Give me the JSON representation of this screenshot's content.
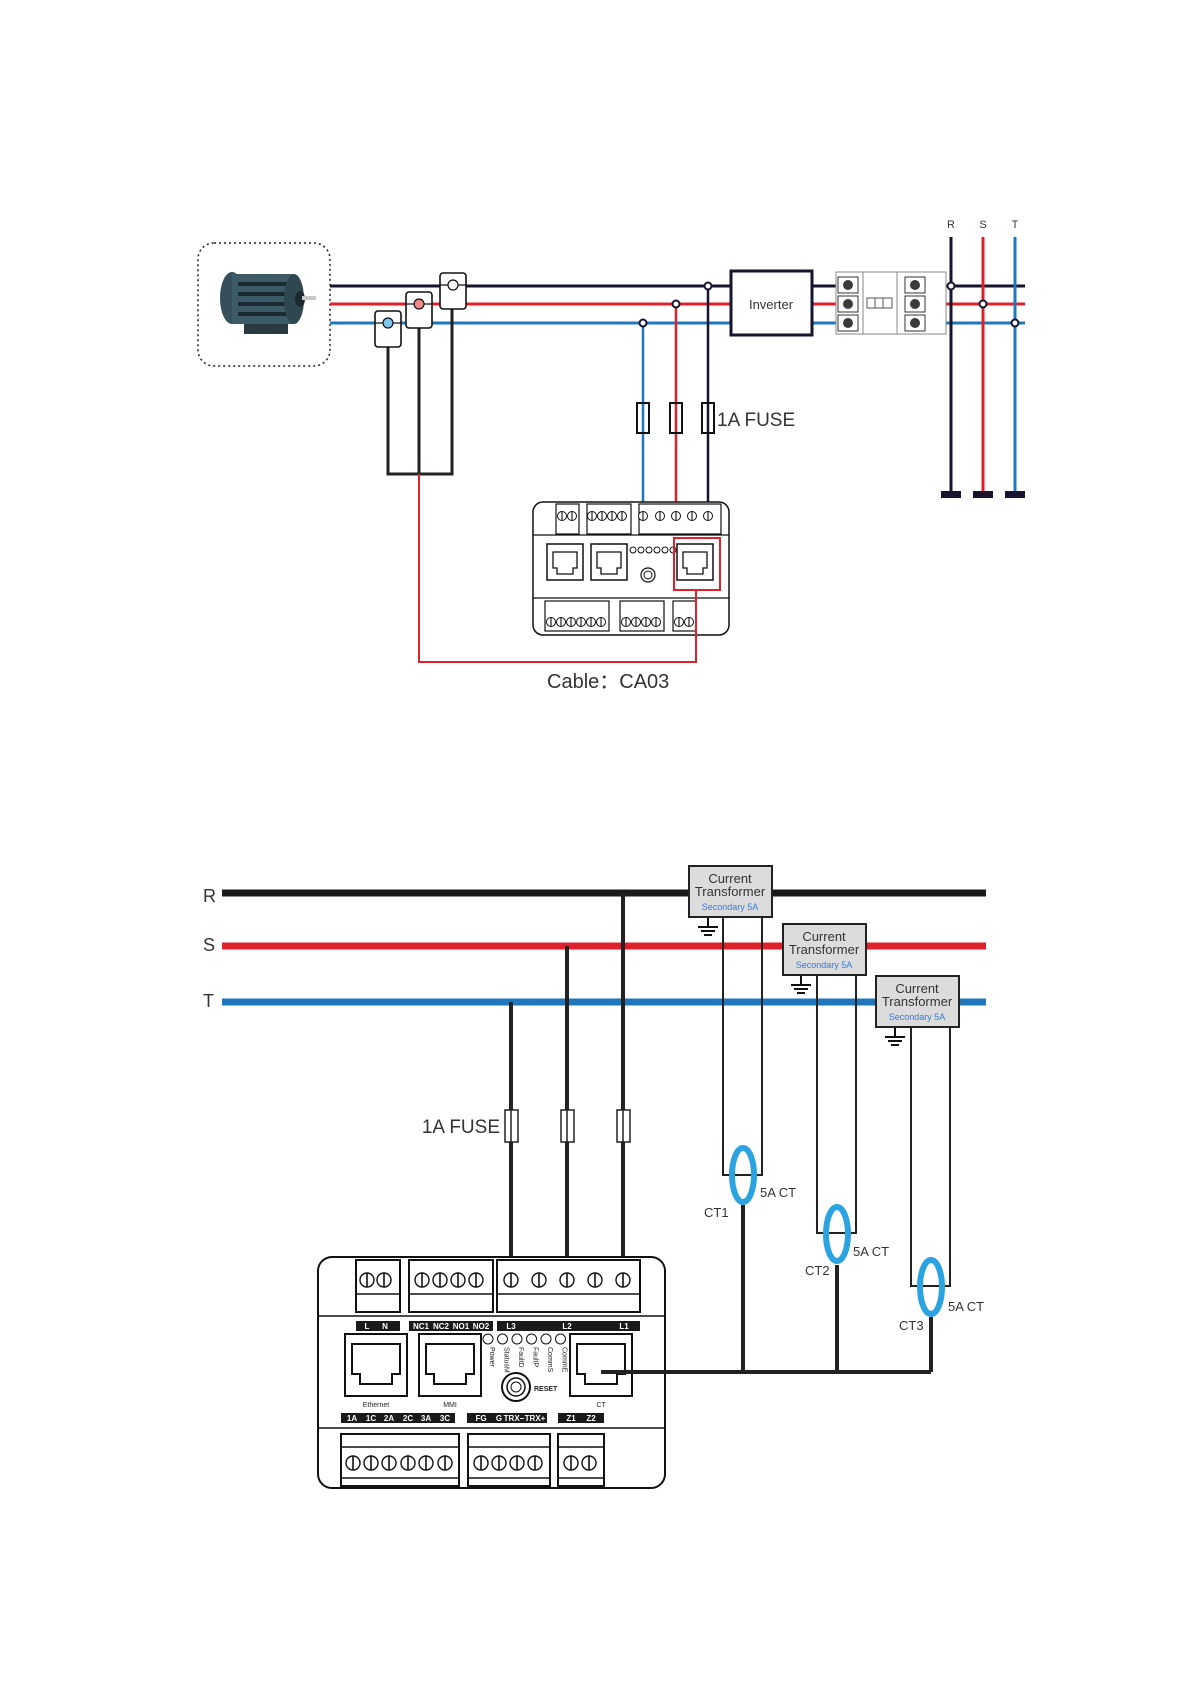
{
  "colors": {
    "phase_r": "#16142e",
    "phase_s": "#e0202a",
    "phase_t": "#1f77bd",
    "ct_coil": "#2aa3e0",
    "ct_box_fill": "#dcdcdc",
    "secondary_text": "#3a7bd5",
    "cable": "#e0202a"
  },
  "diagram_top": {
    "phase_labels": [
      "R",
      "S",
      "T"
    ],
    "inverter_label": "Inverter",
    "fuse_label": "1A FUSE",
    "cable_label": "Cable：CA03",
    "motor_icon": "motor-icon",
    "clamp_ct_count": 3
  },
  "diagram_bottom": {
    "phase_labels": [
      "R",
      "S",
      "T"
    ],
    "fuse_label": "1A FUSE",
    "current_transformers": [
      {
        "line1": "Current",
        "line2": "Transformer",
        "line3": "Secondary 5A"
      },
      {
        "line1": "Current",
        "line2": "Transformer",
        "line3": "Secondary 5A"
      },
      {
        "line1": "Current",
        "line2": "Transformer",
        "line3": "Secondary 5A"
      }
    ],
    "ct_coils": [
      {
        "name": "CT1",
        "rating": "5A CT"
      },
      {
        "name": "CT2",
        "rating": "5A CT"
      },
      {
        "name": "CT3",
        "rating": "5A CT"
      }
    ],
    "device": {
      "top_labels": {
        "power": [
          "L",
          "N"
        ],
        "relay": [
          "NC1",
          "NC2",
          "NO1",
          "NO2"
        ],
        "voltage": [
          "L3",
          "L2",
          "L1"
        ]
      },
      "leds": [
        "Power",
        "StatusM",
        "FaultD",
        "FaultP",
        "CommS",
        "CommE"
      ],
      "reset_label": "RESET",
      "ports": [
        "Ethernet",
        "MMI",
        "CT"
      ],
      "bottom_labels": {
        "io": [
          "1A",
          "1C",
          "2A",
          "2C",
          "3A",
          "3C"
        ],
        "comm": [
          "FG",
          "G",
          "TRX−",
          "TRX+"
        ],
        "zct": [
          "Z1",
          "Z2"
        ]
      }
    }
  }
}
